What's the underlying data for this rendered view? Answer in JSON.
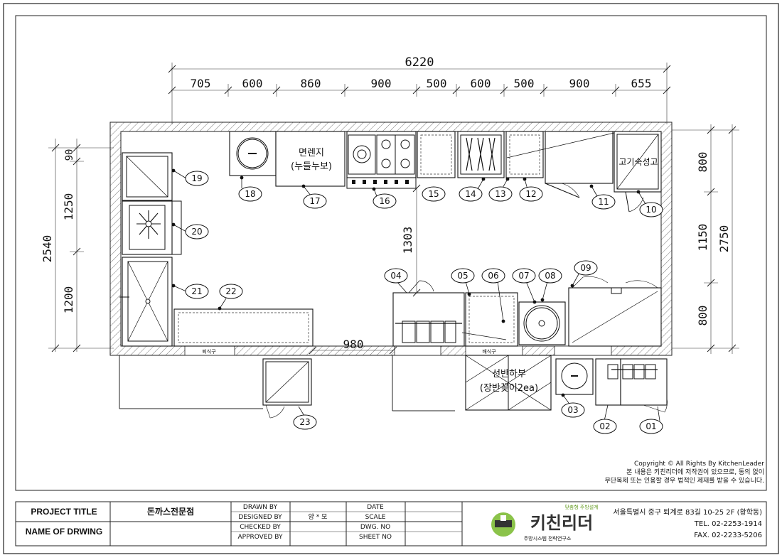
{
  "dimensions": {
    "overall_top": "6220",
    "segments_top": [
      "705",
      "600",
      "860",
      "900",
      "500",
      "600",
      "500",
      "900",
      "655"
    ],
    "left_overall": "2540",
    "left_segments": [
      "90",
      "1250",
      "1200"
    ],
    "right_overall": "2750",
    "right_segments": [
      "800",
      "1150",
      "800"
    ],
    "aisle_vertical": "1303",
    "aisle_horizontal": "980"
  },
  "equipment_text": {
    "noodle_range_line1": "면렌지",
    "noodle_range_line2": "(누들누보)",
    "meat_aging": "고기숙성고",
    "shelf_line1": "선반하부",
    "shelf_line2": "(장반꽂이2ea)",
    "pass_left": "퇴식구",
    "pass_right": "배식구"
  },
  "callouts": {
    "c01": "01",
    "c02": "02",
    "c03": "03",
    "c04": "04",
    "c05": "05",
    "c06": "06",
    "c07": "07",
    "c08": "08",
    "c09": "09",
    "c10": "10",
    "c11": "11",
    "c12": "12",
    "c13": "13",
    "c14": "14",
    "c15": "15",
    "c16": "16",
    "c17": "17",
    "c18": "18",
    "c19": "19",
    "c20": "20",
    "c21": "21",
    "c22": "22",
    "c23": "23"
  },
  "copyright": {
    "line1": "Copyright © All Rights By KitchenLeader",
    "line2": "본 내용은 키친리더에 저작권이 있으므로, 동의 없이",
    "line3": "무단복제 또는 인용할 경우 법적인 제재를 받을 수 있습니다."
  },
  "title_block": {
    "project_title_label": "PROJECT TITLE",
    "drawing_name_label": "NAME OF DRWING",
    "project_name": "돈까스전문점",
    "drawn_by": "DRAWN BY",
    "designed_by": "DESIGNED BY",
    "designer": "양 * 모",
    "checked_by": "CHECKED BY",
    "approved_by": "APPROVED BY",
    "date": "DATE",
    "scale": "SCALE",
    "dwg_no": "DWG. NO",
    "sheet_no": "SHEET NO",
    "logo_tag": "맞춤형 주방설계",
    "logo_name": "키친리더",
    "logo_sub": "주방시스템 전략연구소",
    "address": "서울특별시 중구 퇴계로 83길 10-25 2F (황학동)",
    "tel": "TEL. 02-2253-1914",
    "fax": "FAX. 02-2233-5206"
  },
  "colors": {
    "line": "#222222",
    "hatch": "#555555",
    "logo_green": "#8bc34a",
    "logo_dark": "#333333"
  }
}
